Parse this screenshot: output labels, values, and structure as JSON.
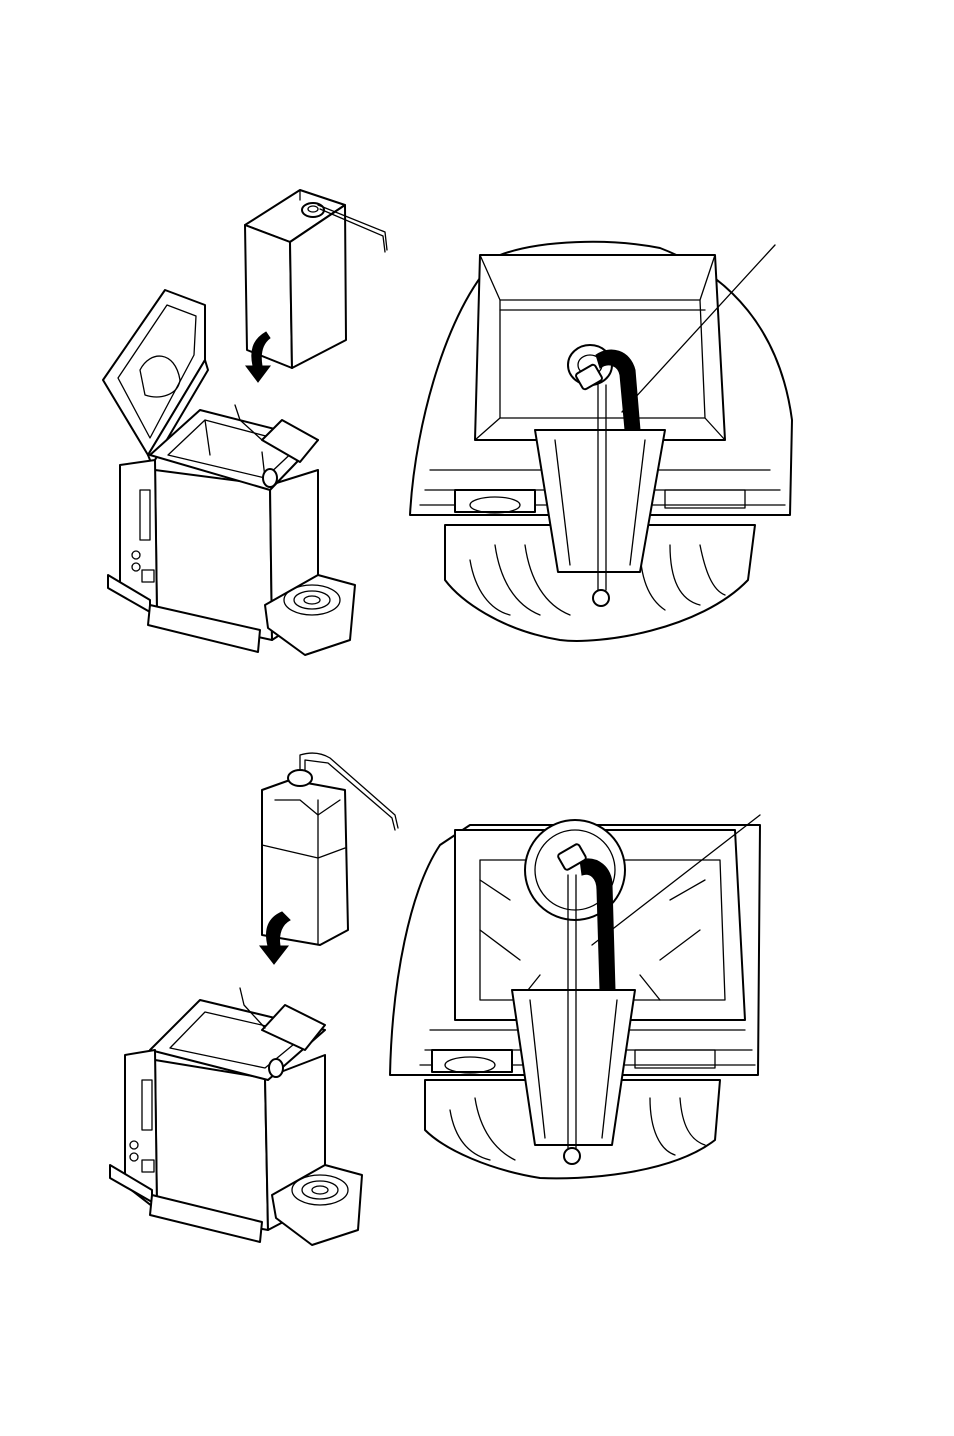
{
  "figures": [
    {
      "id": "carton",
      "container": "carton",
      "tube": "black-tube"
    },
    {
      "id": "bottle",
      "container": "bottle",
      "tube": "black-tube"
    }
  ],
  "colors": {
    "line": "#000000",
    "background": "#ffffff"
  }
}
